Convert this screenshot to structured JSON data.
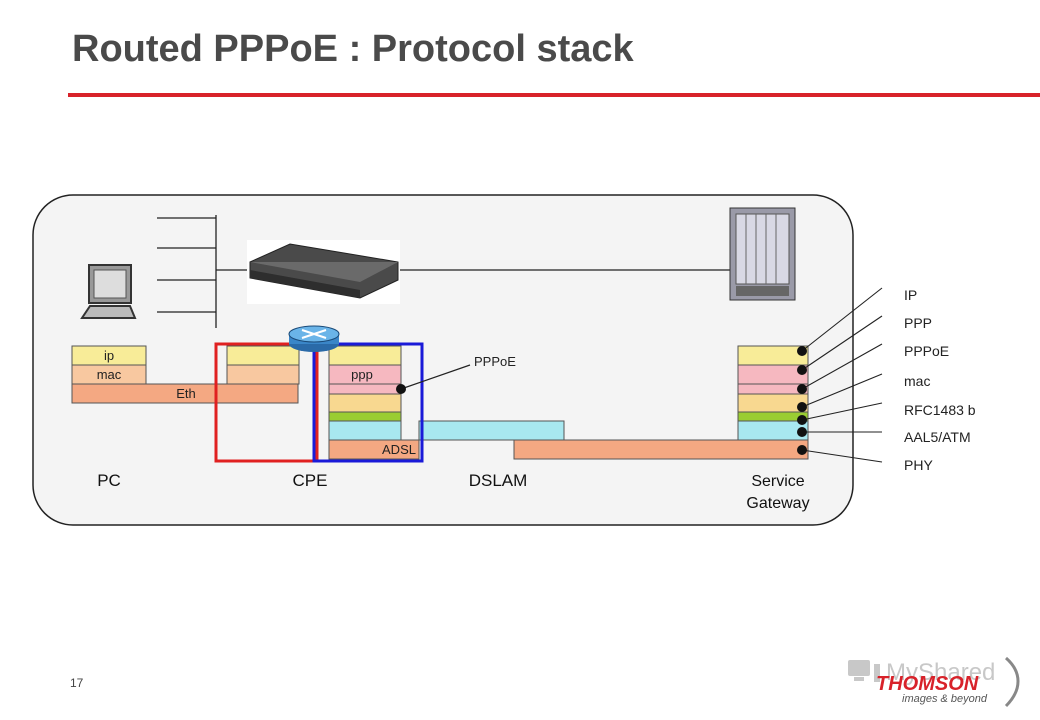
{
  "title": "Routed PPPoE : Protocol stack",
  "page_number": "17",
  "diagram": {
    "pc_stack": {
      "ip": "ip",
      "mac": "mac",
      "eth": "Eth"
    },
    "cpe_stack": {
      "ppp": "ppp",
      "adsl": "ADSL"
    },
    "pppoe_callout": "PPPoE",
    "nodes": {
      "pc": "PC",
      "cpe": "CPE",
      "dslam": "DSLAM",
      "sg_line1": "Service",
      "sg_line2": "Gateway"
    },
    "layer_legend": [
      "IP",
      "PPP",
      "PPPoE",
      "mac",
      "RFC1483 b",
      "AAL5/ATM",
      "PHY"
    ],
    "colors": {
      "ip": "#f8ec98",
      "mac": "#f8c8a0",
      "eth": "#f4a882",
      "ppp": "#f6b8c0",
      "rfc1483": "#f8d890",
      "aal5": "#9acd32",
      "atm": "#a8e8f0",
      "phy": "#f4a882",
      "red_box": "#e02020",
      "blue_box": "#1a1ad8"
    }
  },
  "logo": {
    "brand": "THOMSON",
    "tagline": "images & beyond",
    "watermark": "MyShared"
  }
}
